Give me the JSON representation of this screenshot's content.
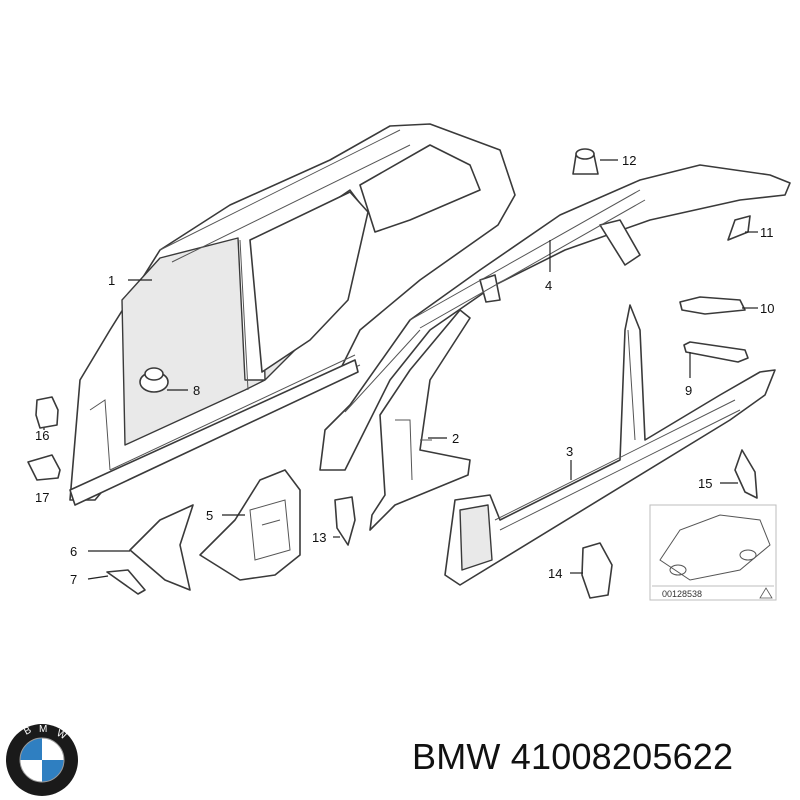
{
  "callouts": [
    {
      "label": "1"
    },
    {
      "label": "2"
    },
    {
      "label": "3"
    },
    {
      "label": "4"
    },
    {
      "label": "5"
    },
    {
      "label": "6"
    },
    {
      "label": "7"
    },
    {
      "label": "8"
    },
    {
      "label": "9"
    },
    {
      "label": "10"
    },
    {
      "label": "11"
    },
    {
      "label": "12"
    },
    {
      "label": "13"
    },
    {
      "label": "14"
    },
    {
      "label": "15"
    },
    {
      "label": "16"
    },
    {
      "label": "17"
    }
  ],
  "inset": {
    "code": "00128538"
  },
  "caption": {
    "brand": "BMW",
    "part_number": "41008205622"
  },
  "logo": {
    "text": "BMW",
    "colors": {
      "ring": "#1a1a1a",
      "blue": "#2f7fc1",
      "white": "#ffffff"
    }
  }
}
